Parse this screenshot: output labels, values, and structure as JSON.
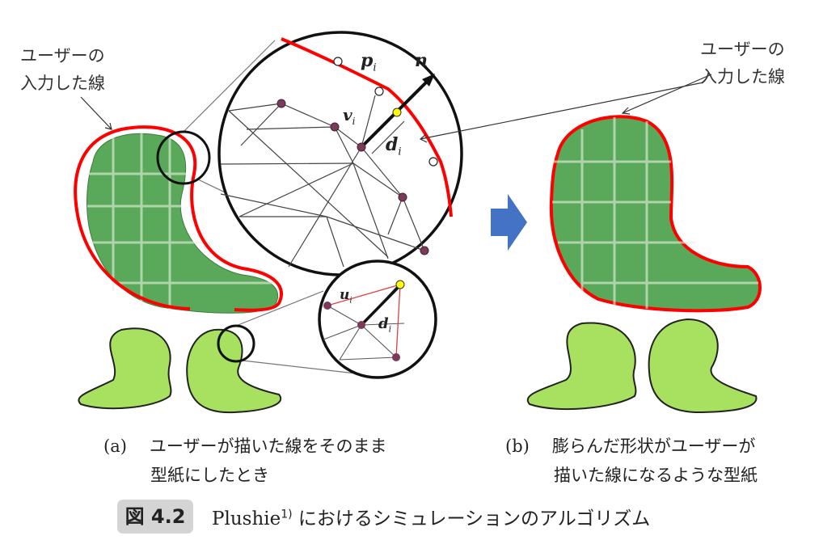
{
  "labels": {
    "left_user_line": [
      "ユーザーの",
      "入力した線"
    ],
    "right_user_line": [
      "ユーザーの",
      "入力した線"
    ]
  },
  "math": {
    "p": "p",
    "n": "n",
    "v": "v",
    "d": "d",
    "u": "u",
    "sub": "i"
  },
  "captions": {
    "a": {
      "tag": "(a)",
      "lines": [
        "ユーザーが描いた線をそのまま",
        "型紙にしたとき"
      ]
    },
    "b": {
      "tag": "(b)",
      "lines": [
        "膨らんだ形状がユーザーが",
        "描いた線になるような型紙"
      ]
    }
  },
  "figure": {
    "number": "図 4.2",
    "title_name": "Plushie",
    "title_ref": "1)",
    "title_rest": " におけるシミュレーションのアルゴリズム"
  },
  "colors": {
    "user_line": "#ff0000",
    "plaid": "#5aa85a",
    "pattern_piece": "#a8e060",
    "arrow": "#4472c4",
    "vertex": "#7a3a5a",
    "target": "#ffff00"
  }
}
